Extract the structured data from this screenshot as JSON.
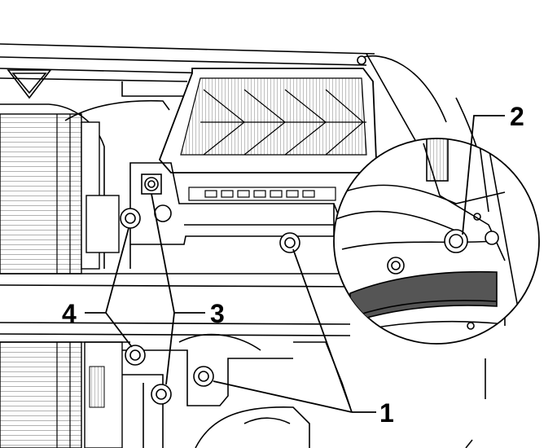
{
  "diagram": {
    "callouts": [
      {
        "id": "1",
        "label": "1"
      },
      {
        "id": "2",
        "label": "2"
      },
      {
        "id": "3",
        "label": "3"
      },
      {
        "id": "4",
        "label": "4"
      }
    ]
  },
  "colors": {
    "ink": "#000000",
    "paper": "#ffffff",
    "gasket": "#555555"
  }
}
